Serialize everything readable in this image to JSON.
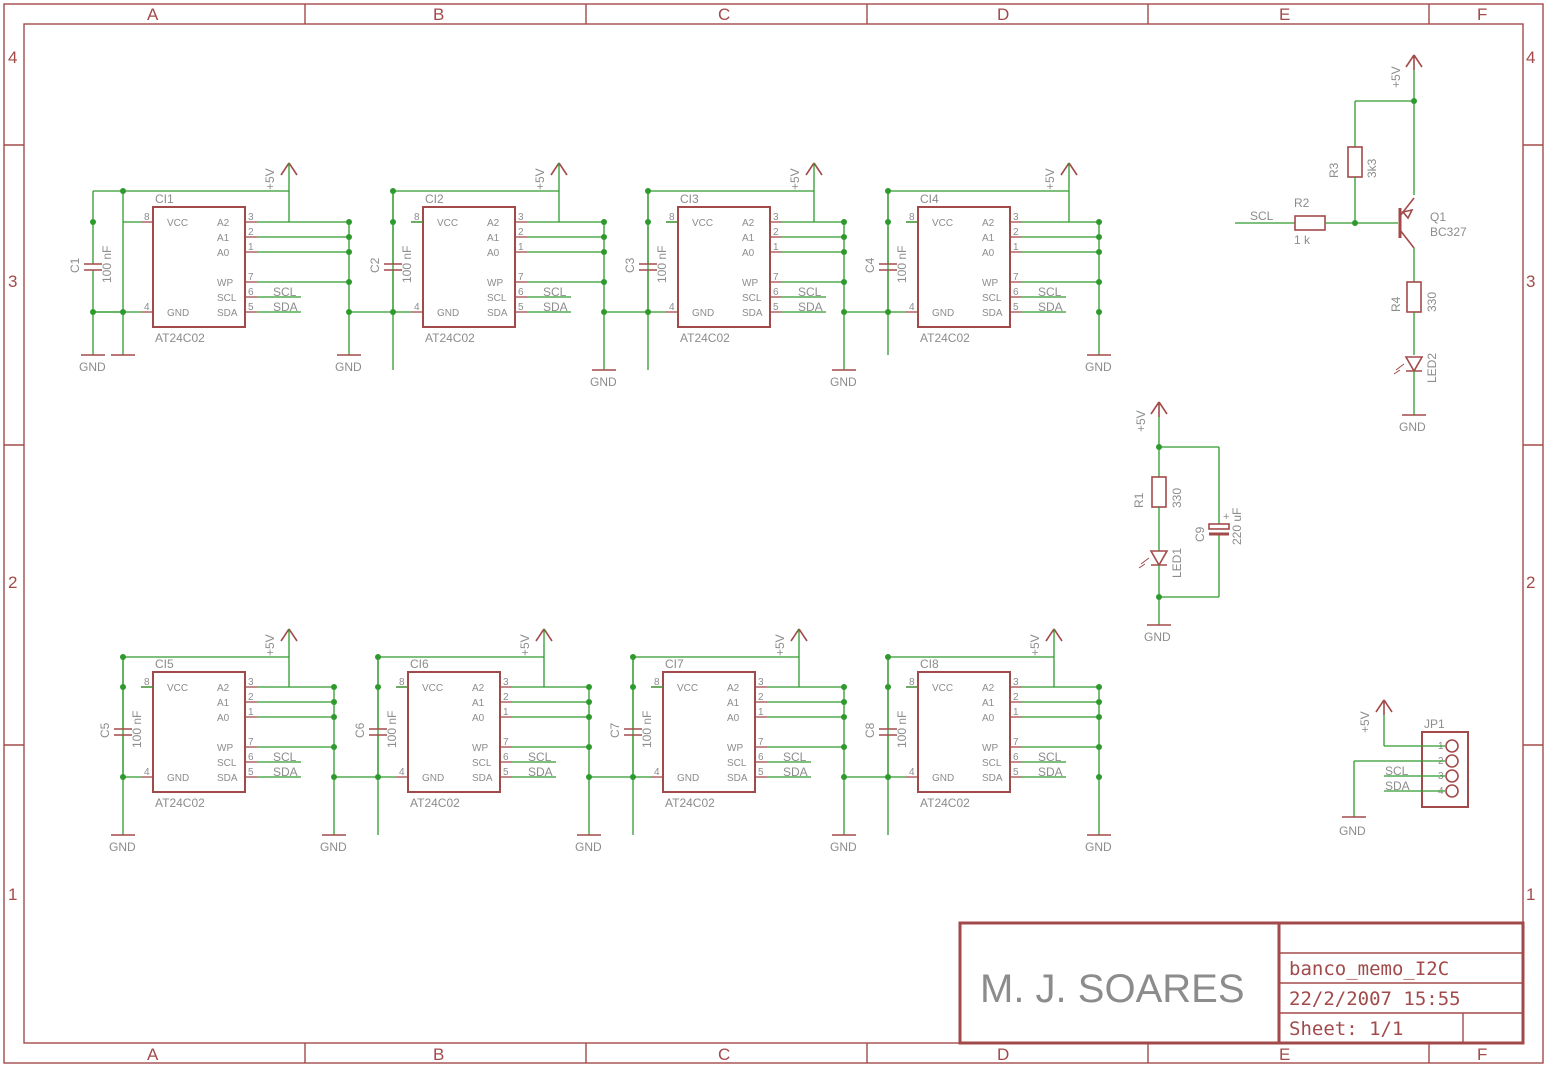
{
  "border": {
    "columns": [
      "A",
      "B",
      "C",
      "D",
      "E",
      "F"
    ],
    "rows": [
      "4",
      "3",
      "2",
      "1"
    ]
  },
  "title_block": {
    "author": "M. J. SOARES",
    "drawing_name": "banco_memo_I2C",
    "date": "22/2/2007 15:55",
    "sheet": "Sheet: 1/1"
  },
  "chips": [
    {
      "ref": "CI1",
      "part": "AT24C02",
      "cap_ref": "C1",
      "cap_val": "100 nF"
    },
    {
      "ref": "CI2",
      "part": "AT24C02",
      "cap_ref": "C2",
      "cap_val": "100 nF"
    },
    {
      "ref": "CI3",
      "part": "AT24C02",
      "cap_ref": "C3",
      "cap_val": "100 nF"
    },
    {
      "ref": "CI4",
      "part": "AT24C02",
      "cap_ref": "C4",
      "cap_val": "100 nF"
    },
    {
      "ref": "CI5",
      "part": "AT24C02",
      "cap_ref": "C5",
      "cap_val": "100 nF"
    },
    {
      "ref": "CI6",
      "part": "AT24C02",
      "cap_ref": "C6",
      "cap_val": "100 nF"
    },
    {
      "ref": "CI7",
      "part": "AT24C02",
      "cap_ref": "C7",
      "cap_val": "100 nF"
    },
    {
      "ref": "CI8",
      "part": "AT24C02",
      "cap_ref": "C8",
      "cap_val": "100 nF"
    }
  ],
  "chip_pins": {
    "left": [
      "VCC",
      "GND"
    ],
    "left_nums": [
      "8",
      "4"
    ],
    "right": [
      "A2",
      "A1",
      "A0",
      "WP",
      "SCL",
      "SDA"
    ],
    "right_nums": [
      "3",
      "2",
      "1",
      "7",
      "6",
      "5"
    ]
  },
  "nets": {
    "vcc": "+5V",
    "gnd": "GND",
    "scl": "SCL",
    "sda": "SDA"
  },
  "led_indicator": {
    "r2_ref": "R2",
    "r2_val": "1 k",
    "r3_ref": "R3",
    "r3_val": "3k3",
    "q_ref": "Q1",
    "q_val": "BC327",
    "r4_ref": "R4",
    "r4_val": "330",
    "led_ref": "LED2"
  },
  "power_led": {
    "r1_ref": "R1",
    "r1_val": "330",
    "led_ref": "LED1",
    "c9_ref": "C9",
    "c9_val": "220 uF"
  },
  "connector": {
    "ref": "JP1",
    "pins": [
      "1",
      "2",
      "3",
      "4"
    ]
  },
  "colors": {
    "frame": "#a24a4a",
    "wire": "#2e9a2e",
    "text": "#8c8c8c"
  }
}
